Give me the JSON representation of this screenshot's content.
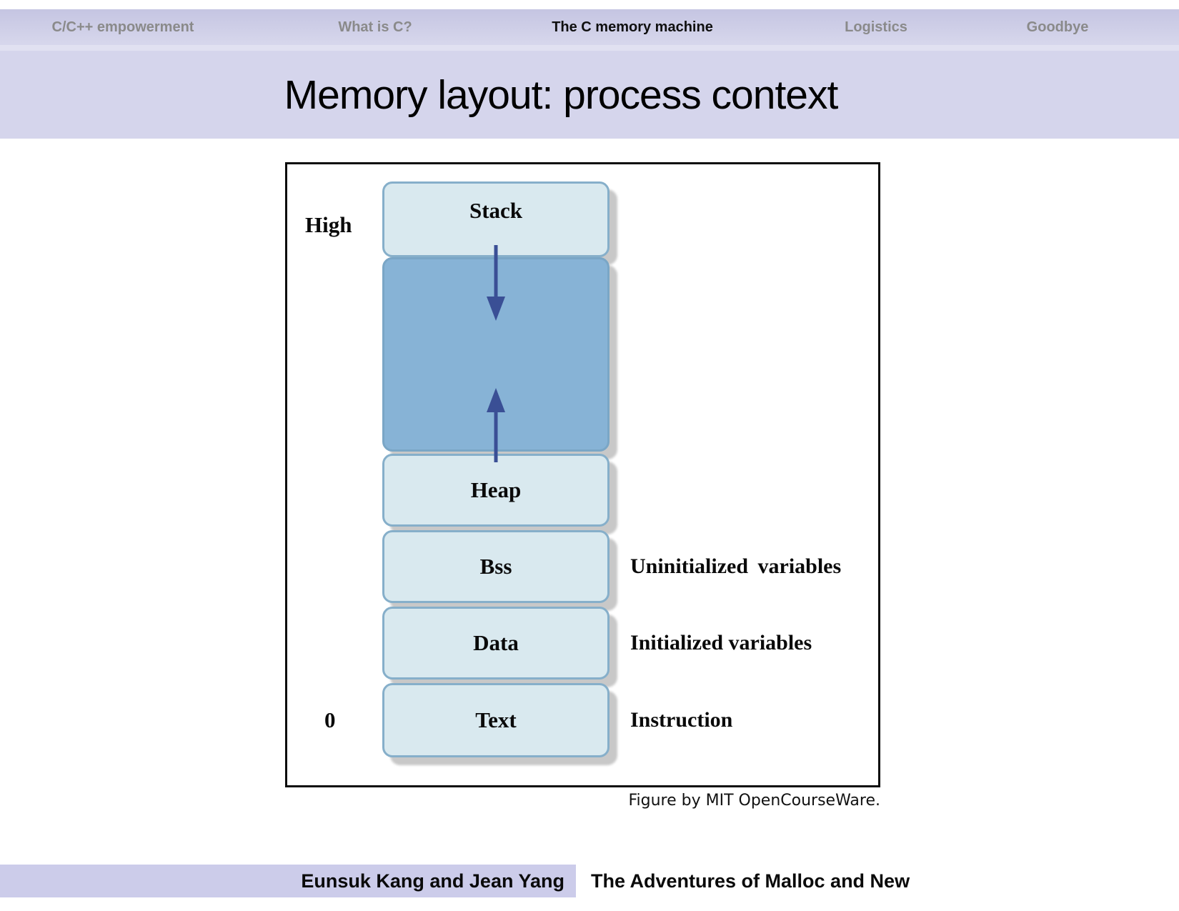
{
  "nav": {
    "items": [
      {
        "label": "C/C++ empowerment",
        "active": false
      },
      {
        "label": "What is C?",
        "active": false
      },
      {
        "label": "The C memory machine",
        "active": true
      },
      {
        "label": "Logistics",
        "active": false
      },
      {
        "label": "Goodbye",
        "active": false
      }
    ]
  },
  "title": "Memory layout: process context",
  "figure": {
    "high_label": "High",
    "zero_label": "0",
    "blocks": {
      "stack": "Stack",
      "heap": "Heap",
      "bss": "Bss",
      "data": "Data",
      "text": "Text"
    },
    "annotations": {
      "bss": "Uninitialized variables",
      "data": "Initialized variables",
      "text": "Instruction"
    },
    "caption": "Figure by MIT OpenCourseWare."
  },
  "footer": {
    "authors": "Eunsuk Kang and Jean Yang",
    "title": "The Adventures of Malloc and New"
  },
  "colors": {
    "nav_top": "#c5c5e2",
    "nav_bottom": "#d7d7ec",
    "nav_edge": "#e1e1f1",
    "banner": "#d5d5ec",
    "footer_bar": "#ccccea",
    "block_fill": "#d9e9ef",
    "block_border": "#86afca",
    "region_fill": "#87b3d6",
    "arrow": "#3a4f95",
    "shadow": "#c8c8c8",
    "box_border": "#0c0c0c",
    "nav_text": "#8a8a8a",
    "nav_active": "#0f0f0f"
  }
}
